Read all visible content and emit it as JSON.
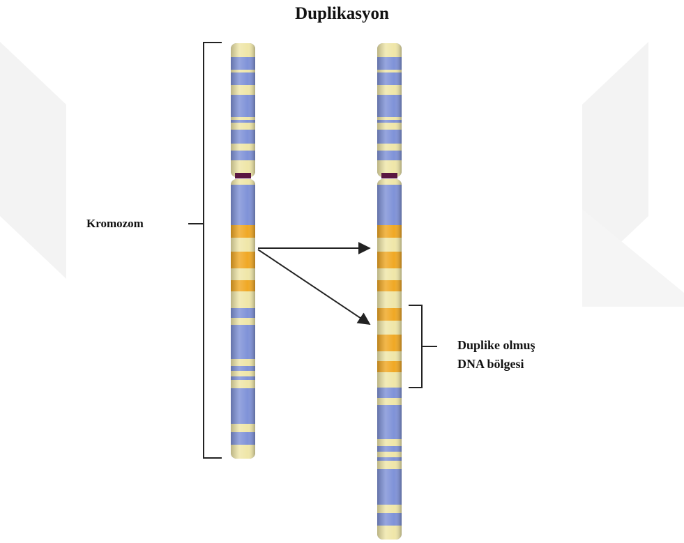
{
  "title": "Duplikasyon",
  "labels": {
    "chromosome": "Kromozom",
    "duplicated_region_line1": "Duplike olmuş",
    "duplicated_region_line2": "DNA bölgesi"
  },
  "colors": {
    "background": "#ffffff",
    "band_blue": "#7f92d8",
    "band_cream": "#efe6a8",
    "band_orange": "#f0a824",
    "centromere": "#5b1742",
    "watermark": "#f1f1f1",
    "lines": "#222222"
  }
}
